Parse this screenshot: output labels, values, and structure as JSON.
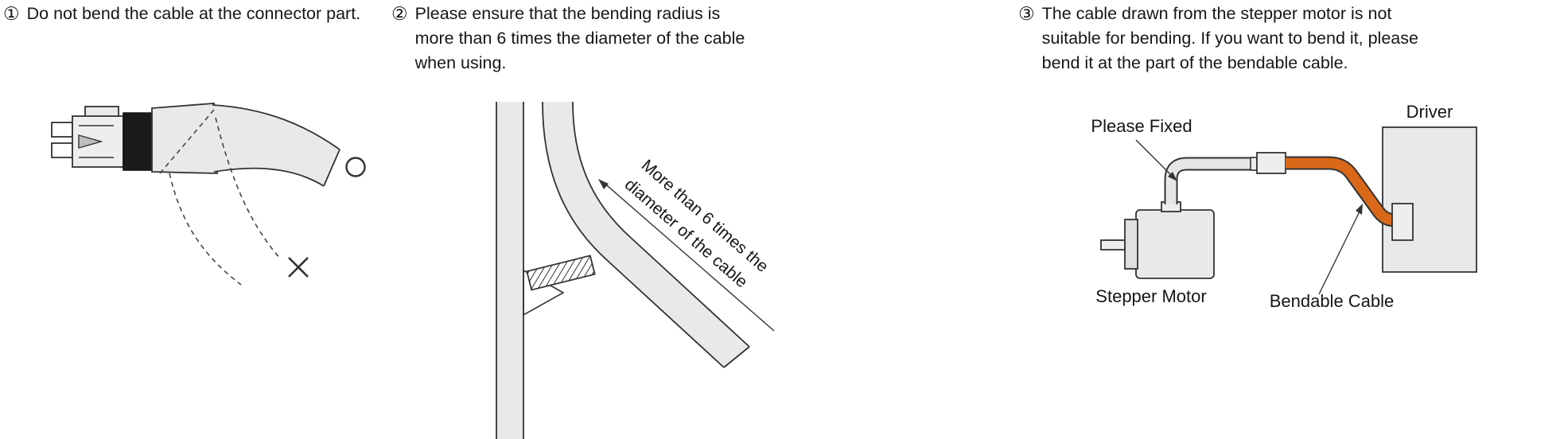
{
  "captions": [
    {
      "number": "①",
      "lines": [
        "Do not bend the cable at the connector part."
      ]
    },
    {
      "number": "②",
      "lines": [
        "Please ensure that the bending radius is",
        "more than 6 times the diameter of the cable",
        "when using."
      ]
    },
    {
      "number": "③",
      "lines": [
        "The cable drawn from the stepper motor is not",
        "suitable for bending. If you want to bend it, please",
        "bend it at the part of the bendable cable."
      ]
    }
  ],
  "figure2": {
    "annotation_lines": [
      "More than 6 times the",
      "diameter of the cable"
    ]
  },
  "figure3": {
    "labels": {
      "please_fixed": "Please Fixed",
      "driver": "Driver",
      "stepper_motor": "Stepper Motor",
      "bendable_cable": "Bendable Cable"
    }
  },
  "colors": {
    "text": "#161616",
    "line": "#333333",
    "cable_fill": "#e9e9e9",
    "connector_black": "#1a1a1a",
    "bendable_cable_orange": "#d96818"
  }
}
